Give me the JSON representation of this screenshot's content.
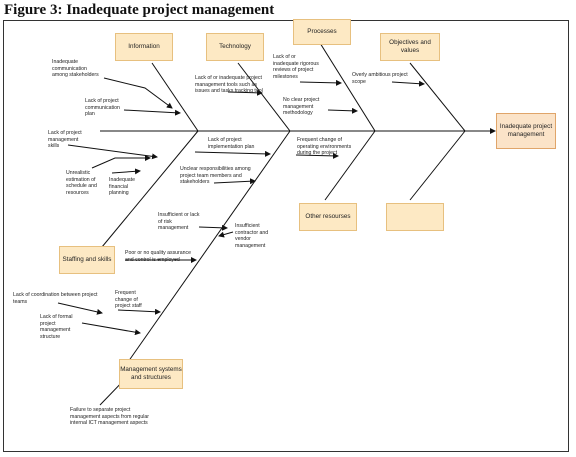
{
  "title": "Figure 3: Inadequate project management",
  "head": "Inadequate project management",
  "categories": {
    "information": "Information",
    "technology": "Technology",
    "processes": "Processes",
    "objectives": "Objectives and values",
    "staffing": "Staffing and skills",
    "management": "Management systems and structures",
    "other": "Other resourses",
    "blank": ""
  },
  "causes": {
    "inadequate_communication": "Inadequate communication among stakeholders",
    "lack_communication_plan": "Lack of project communication plan",
    "lack_pm_skills": "Lack of project management skills",
    "unrealistic_estimation": "Unrealistic estimation of schedule and resources",
    "inadequate_financial": "Inadequate financial planning",
    "lack_pm_tools": "Lack of or inadequate project management tools such as issues and tasks tracking tool",
    "lack_implementation_plan": "Lack of project implementation plan",
    "unclear_responsibilities": "Unclear responsibilities among project team members and stakeholders",
    "lack_risk_mgmt": "Insufficient or lack of risk management",
    "insufficient_contractor": "Insufficient contractor and vendor management",
    "poor_quality": "Poor or no quality assurance and control is employed",
    "lack_rigorous_reviews": "Lack of or inadequate rigorous reviews of project milestones",
    "no_clear_methodology": "No clear project management methodology",
    "frequent_environments": "Frequent change of operating environments during the project",
    "overly_ambitious": "Overly ambitious project scope",
    "lack_coordination": "Lack of coordination between project teams",
    "lack_formal_structure": "Lack of formal project management structure",
    "frequent_staff": "Frequent change of project staff",
    "failure_separate": "Failure to separate project management aspects from regular internal ICT management aspects"
  }
}
